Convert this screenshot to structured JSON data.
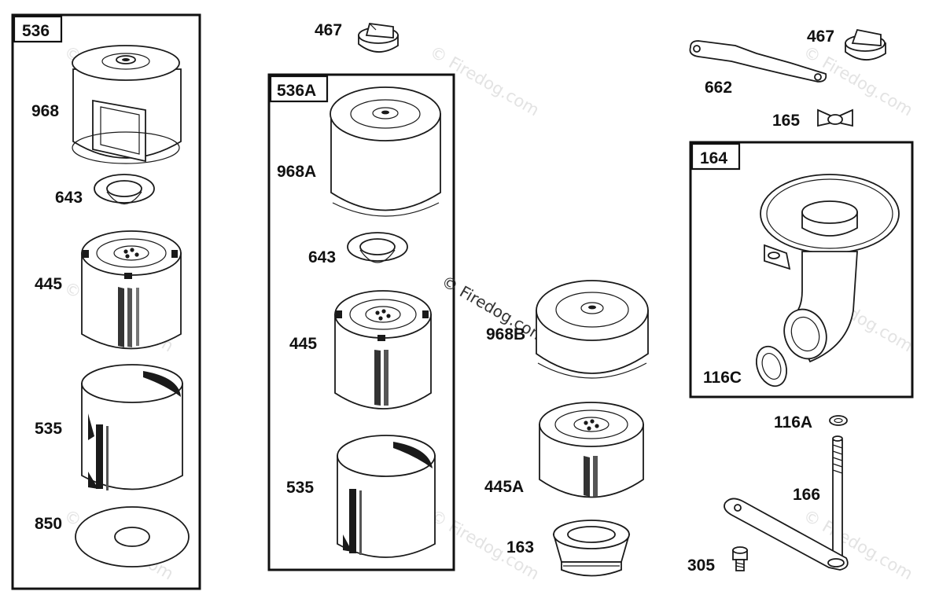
{
  "watermark": "© Firedog.com",
  "groups": {
    "left": "536",
    "middle": "536A",
    "right": "164"
  },
  "labels": {
    "p968": "968",
    "p643_left": "643",
    "p445_left": "445",
    "p535_left": "535",
    "p850": "850",
    "p467_mid": "467",
    "p968A": "968A",
    "p643_mid": "643",
    "p445_mid": "445",
    "p535_mid": "535",
    "p968B": "968B",
    "p445A": "445A",
    "p163": "163",
    "p662": "662",
    "p467_right": "467",
    "p165": "165",
    "p116C": "116C",
    "p116A": "116A",
    "p166": "166",
    "p305": "305"
  }
}
